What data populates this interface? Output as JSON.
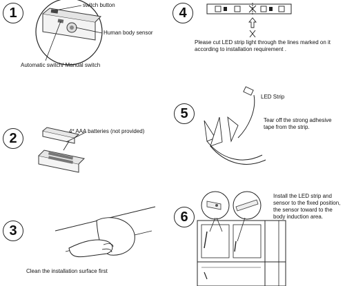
{
  "steps": [
    {
      "number": "1",
      "labels": {
        "switch_button": "switch button",
        "human_body_sensor": "Human body sensor",
        "automatic_manual": "Automatic switch/ Manual switch"
      }
    },
    {
      "number": "2",
      "labels": {
        "batteries": "4* AAA batteries (not provided)"
      }
    },
    {
      "number": "3",
      "labels": {
        "clean": "Clean the installation surface first"
      }
    },
    {
      "number": "4",
      "labels": {
        "cut_line1": "Please cut LED strip light through the lines marked on it",
        "cut_line2": "according to installation requirement ."
      }
    },
    {
      "number": "5",
      "labels": {
        "led_strip": "LED Strip",
        "tear_line1": "Tear off the strong adhesive",
        "tear_line2": "tape from the strip."
      }
    },
    {
      "number": "6",
      "labels": {
        "install_line1": "Install the LED strip and",
        "install_line2": "sensor to the fixed position,",
        "install_line3": "the sensor toward to the",
        "install_line4": "body induction area."
      }
    }
  ],
  "icons": {
    "step_number": "circled-number-icon",
    "arrow": "arrow-icon",
    "scissors": "scissors-icon"
  }
}
